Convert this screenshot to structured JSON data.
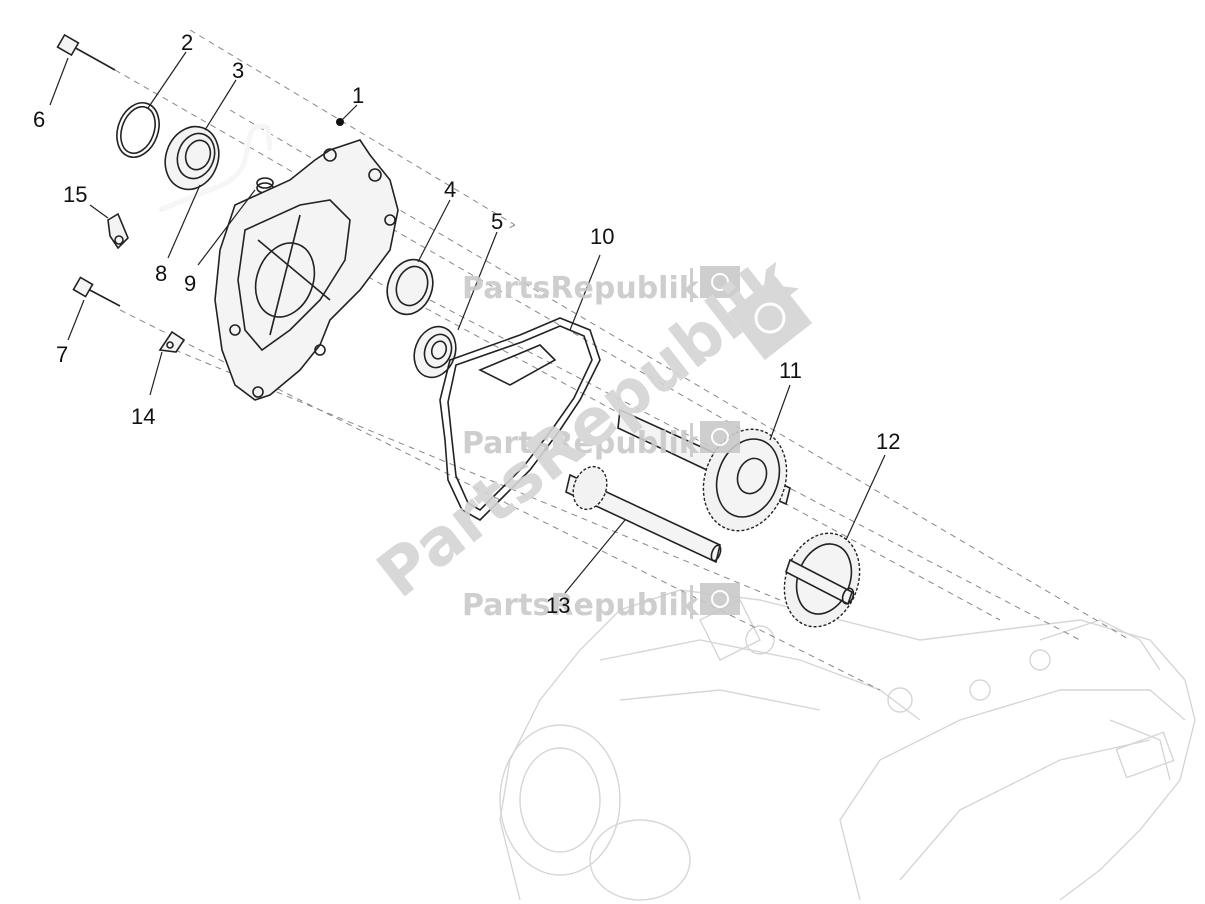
{
  "watermark": {
    "brand": "PartsRepublik"
  },
  "callouts": [
    {
      "id": "1",
      "label": "1"
    },
    {
      "id": "2",
      "label": "2"
    },
    {
      "id": "3",
      "label": "3"
    },
    {
      "id": "4",
      "label": "4"
    },
    {
      "id": "5",
      "label": "5"
    },
    {
      "id": "6",
      "label": "6"
    },
    {
      "id": "7",
      "label": "7"
    },
    {
      "id": "8",
      "label": "8"
    },
    {
      "id": "9",
      "label": "9"
    },
    {
      "id": "10",
      "label": "10"
    },
    {
      "id": "11",
      "label": "11"
    },
    {
      "id": "12",
      "label": "12"
    },
    {
      "id": "13",
      "label": "13"
    },
    {
      "id": "14",
      "label": "14"
    },
    {
      "id": "15",
      "label": "15"
    }
  ]
}
